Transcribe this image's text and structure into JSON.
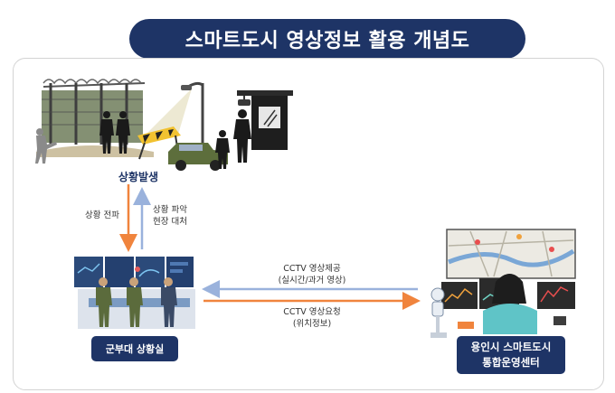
{
  "title": "스마트도시 영상정보 활용 개념도",
  "situation": {
    "label": "상황발생"
  },
  "flow_left": {
    "down_label": "상황 전파",
    "up_line1": "상황 파악",
    "up_line2": "현장 대처"
  },
  "flow_mid": {
    "top_line1": "CCTV 영상제공",
    "top_line2": "(실시간/과거 영상)",
    "bottom_line1": "CCTV 영상요청",
    "bottom_line2": "(위치정보)"
  },
  "military_room": {
    "label": "군부대 상황실"
  },
  "smart_center": {
    "line1": "용인시 스마트도시",
    "line2": "통합운영센터"
  },
  "colors": {
    "navy": "#1e3466",
    "arrow_orange": "#f0843d",
    "arrow_blue": "#9ab2dc"
  },
  "icons": [
    "barbed-wire-fence",
    "soldier-silhouette",
    "street-lamp",
    "barrier",
    "military-jeep",
    "guard-post",
    "cctv-camera",
    "monitor-wall",
    "city-map-screen",
    "robot",
    "operator"
  ]
}
